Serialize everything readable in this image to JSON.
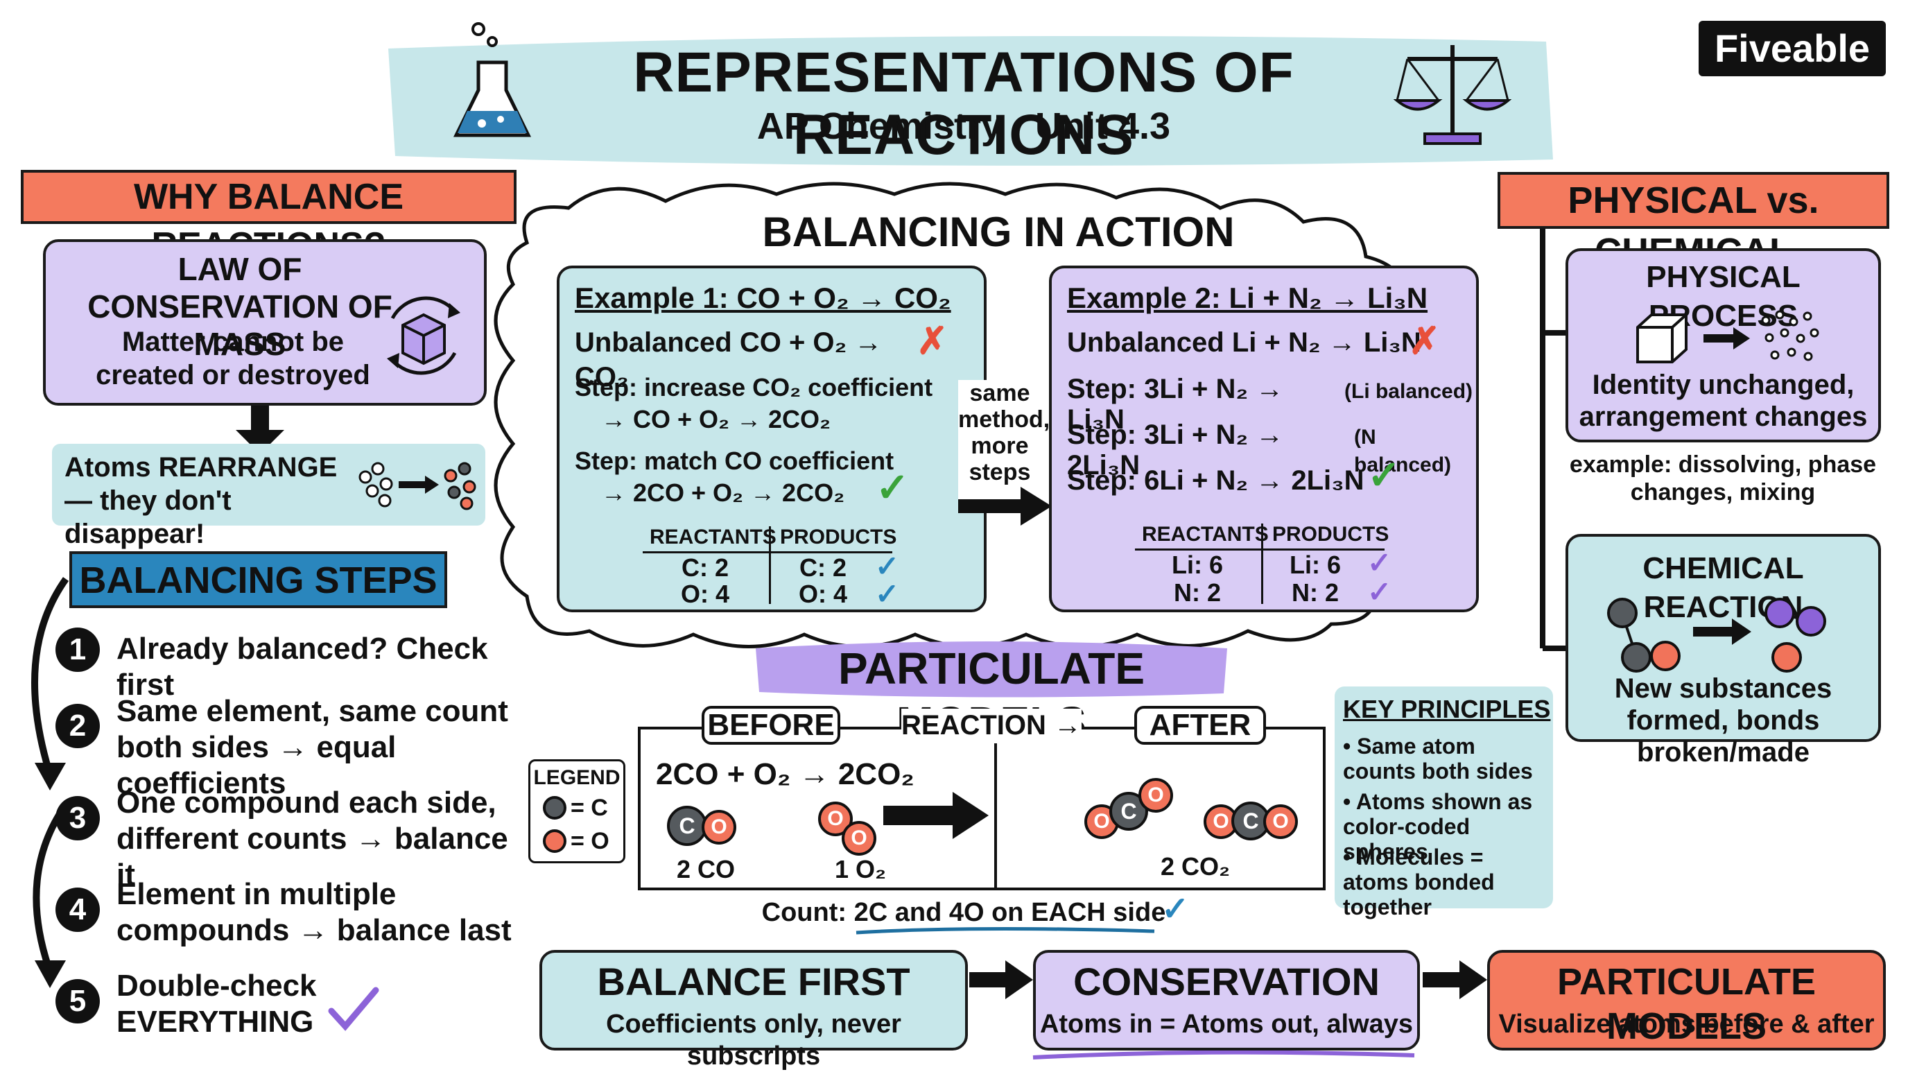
{
  "header": {
    "title": "REPRESENTATIONS OF REACTIONS",
    "subtitle": "AP Chemistry · Unit 4.3",
    "brand": "Fiveable"
  },
  "why": {
    "heading": "WHY BALANCE REACTIONS?",
    "law_title": "LAW OF CONSERVATION OF MASS",
    "law_text": "Matter cannot be created or destroyed",
    "atoms_text": "Atoms REARRANGE — they don't disappear!"
  },
  "steps": {
    "heading": "BALANCING STEPS",
    "items": [
      {
        "n": "1",
        "text": "Already balanced? Check first"
      },
      {
        "n": "2",
        "text": "Same element, same count both sides → equal coefficients"
      },
      {
        "n": "3",
        "text": "One compound each side, different counts → balance it"
      },
      {
        "n": "4",
        "text": "Element in multiple compounds → balance last"
      },
      {
        "n": "5",
        "text": "Double-check EVERYTHING"
      }
    ]
  },
  "action": {
    "heading": "BALANCING IN ACTION",
    "connector": "same method, more steps →",
    "ex1": {
      "title": "Example 1: CO + O₂ → CO₂",
      "unbalanced": "Unbalanced CO + O₂ → CO₂",
      "step1": "Step: increase CO₂ coefficient",
      "step1_eq": "→ CO + O₂ → 2CO₂",
      "step2": "Step: match CO coefficient",
      "step2_eq": "→ 2CO + O₂ → 2CO₂",
      "table_head": [
        "REACTANTS",
        "PRODUCTS"
      ],
      "rows": [
        [
          "C: 2",
          "C: 2"
        ],
        [
          "O: 4",
          "O: 4"
        ]
      ]
    },
    "ex2": {
      "title": "Example 2: Li + N₂ → Li₃N",
      "unbalanced": "Unbalanced Li + N₂ → Li₃N",
      "s1": "Step: 3Li + N₂ → Li₃N",
      "s1_note": "(Li balanced)",
      "s2": "Step: 3Li + N₂ → 2Li₃N",
      "s2_note": "(N balanced)",
      "s3": "Step: 6Li + N₂ → 2Li₃N",
      "table_head": [
        "REACTANTS",
        "PRODUCTS"
      ],
      "rows": [
        [
          "Li: 6",
          "Li: 6"
        ],
        [
          "N: 2",
          "N: 2"
        ]
      ]
    }
  },
  "particulate": {
    "heading": "PARTICULATE MODELS",
    "before": "BEFORE",
    "reaction": "REACTION →",
    "after": "AFTER",
    "equation": "2CO + O₂ → 2CO₂",
    "label_co": "2 CO",
    "label_o2": "1 O₂",
    "label_co2": "2 CO₂",
    "count": "Count: 2C and 4O on EACH side",
    "legend_title": "LEGEND",
    "legend_c": "= C",
    "legend_o": "= O",
    "atom_c": "C",
    "atom_o": "O",
    "principles_title": "KEY PRINCIPLES",
    "principles": [
      "Same atom counts both sides",
      "Atoms shown as color-coded spheres",
      "Molecules = atoms bonded together"
    ]
  },
  "physical": {
    "heading": "PHYSICAL vs. CHEMICAL",
    "physical_title": "PHYSICAL PROCESS",
    "physical_text": "Identity unchanged, arrangement changes",
    "example": "example: dissolving, phase changes, mixing",
    "chemical_title": "CHEMICAL REACTION",
    "chemical_text": "New substances formed, bonds broken/made"
  },
  "flow": [
    {
      "title": "BALANCE FIRST",
      "text": "Coefficients only, never subscripts"
    },
    {
      "title": "CONSERVATION",
      "text": "Atoms in = Atoms out, always"
    },
    {
      "title": "PARTICULATE MODELS",
      "text": "Visualize atoms before & after"
    }
  ],
  "colors": {
    "lavender": "#d9ccf5",
    "teal": "#c7e7ea",
    "tomato": "#f47a5e",
    "navy": "#1e6fa0",
    "purple": "#8c63d8",
    "green": "#3aa33a",
    "red": "#e8503a"
  }
}
